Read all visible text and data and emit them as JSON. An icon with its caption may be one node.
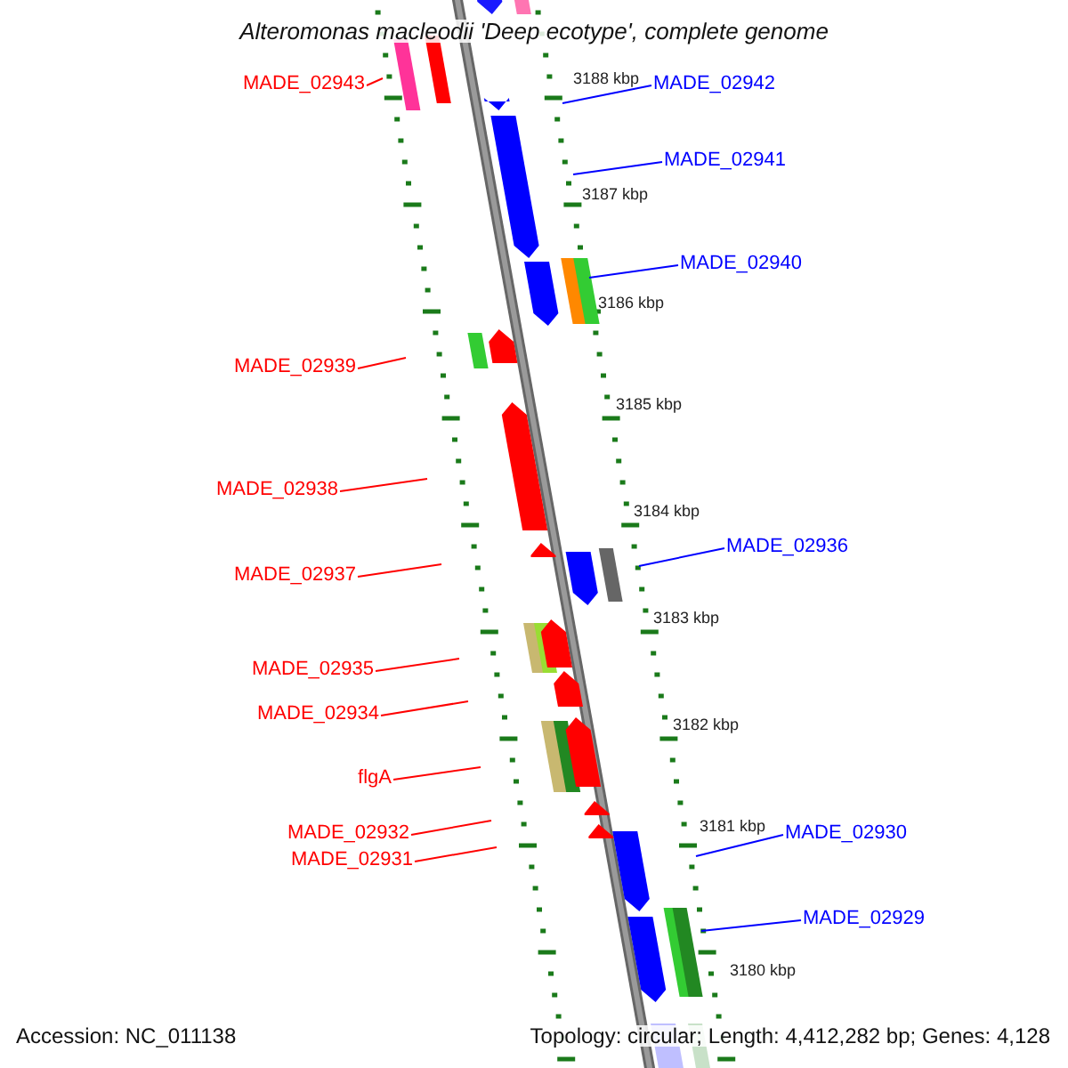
{
  "diagram": {
    "title": "Alteromonas macleodii 'Deep ecotype', complete genome",
    "nodes": [
      {
        "text": [
          "MADE_02943"
        ]
      },
      {
        "text": [
          "MADE_02942"
        ]
      },
      {
        "text": [
          "MADE_02941"
        ]
      },
      {
        "text": [
          "MADE_02940"
        ]
      },
      {
        "text": [
          "MADE_02939"
        ]
      },
      {
        "text": [
          "MADE_02938"
        ]
      },
      {
        "text": [
          "MADE_02937"
        ]
      },
      {
        "text": [
          "MADE_02936"
        ]
      },
      {
        "text": [
          "MADE_02935"
        ]
      },
      {
        "text": [
          "MADE_02934"
        ]
      },
      {
        "text": [
          "flgA"
        ]
      },
      {
        "text": [
          "MADE_02932"
        ]
      },
      {
        "text": [
          "MADE_02931"
        ]
      },
      {
        "text": [
          "MADE_02930"
        ]
      },
      {
        "text": [
          "MADE_02929"
        ]
      }
    ],
    "edges": [
      {
        "from": 0,
        "to": null,
        "arrow": "none"
      },
      {
        "from": 1,
        "to": null,
        "arrow": "none",
        "color": "#0000ff"
      },
      {
        "from": 2,
        "to": null,
        "arrow": "none",
        "color": "#0000ff"
      },
      {
        "from": 3,
        "to": null,
        "arrow": "none",
        "color": "#0000ff"
      },
      {
        "from": 4,
        "to": null,
        "arrow": "none"
      },
      {
        "from": 5,
        "to": null,
        "arrow": "none"
      },
      {
        "from": 6,
        "to": null,
        "arrow": "none"
      },
      {
        "from": 7,
        "to": null,
        "arrow": "none",
        "color": "#0000ff"
      },
      {
        "from": 8,
        "to": null,
        "arrow": "none"
      },
      {
        "from": 9,
        "to": null,
        "arrow": "none"
      },
      {
        "from": 10,
        "to": null,
        "arrow": "none"
      },
      {
        "from": 11,
        "to": null,
        "arrow": "none"
      },
      {
        "from": 12,
        "to": null,
        "arrow": "none"
      },
      {
        "from": 13,
        "to": null,
        "arrow": "none",
        "color": "#0000ff"
      },
      {
        "from": 14,
        "to": null,
        "arrow": "none",
        "color": "#0000ff"
      }
    ],
    "labels": [
      "3188 kbp",
      "3187 kbp",
      "3186 kbp",
      "3185 kbp",
      "3184 kbp",
      "3183 kbp",
      "3182 kbp",
      "3181 kbp",
      "3180 kbp",
      "Accession: NC_011138",
      "Topology: circular; Length: 4,412,282 bp; Genes: 4,128"
    ]
  }
}
